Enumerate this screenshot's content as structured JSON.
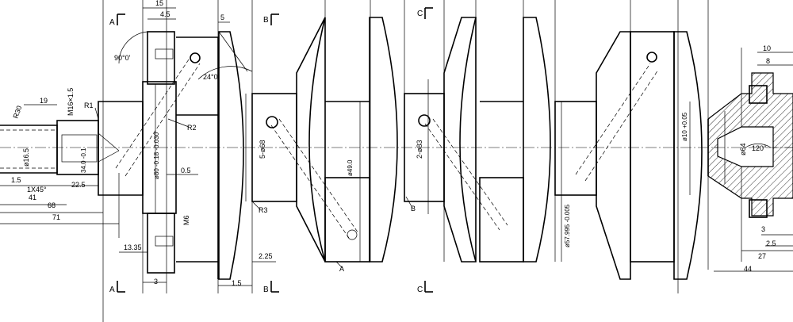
{
  "sections": {
    "a_top": "A",
    "a_bottom": "A",
    "b_top": "B",
    "b_bottom": "B",
    "c_top": "C",
    "c_bottom": "C"
  },
  "dimensions": {
    "d15": "15",
    "d4_5": "4.5",
    "d5": "5",
    "d90deg": "90°0'",
    "d24deg": "24°0'",
    "r1": "R1",
    "r30": "R30",
    "d19": "19",
    "m16": "M16×1.5",
    "r2": "R2",
    "phi16_5": "ø16.5",
    "d34": "34.0 -0.1",
    "d0_5": "0.5",
    "d1_5": "1.5",
    "chamfer": "1X45°",
    "d22_5": "22.5",
    "d41": "41",
    "d68": "68",
    "d71": "71",
    "m6": "M6",
    "d13_35": "13.35",
    "d3": "3",
    "phi80": "ø80 -0.18 -0.030",
    "five_phi68": "5-ø68",
    "r3": "R3",
    "d2_25": "2.25",
    "d1_5b": "1.5",
    "phi49": "ø49.0",
    "two_phi83": "2-ø83",
    "phi57": "ø57.995 -0.005",
    "phi10": "ø10 +0.05",
    "phi64": "ø64",
    "deg120": "120°",
    "d10": "10",
    "d8": "8",
    "d3b": "3",
    "d2_5": "2.5",
    "d27": "27",
    "d44": "44",
    "label_a": "A",
    "label_b": "B"
  }
}
